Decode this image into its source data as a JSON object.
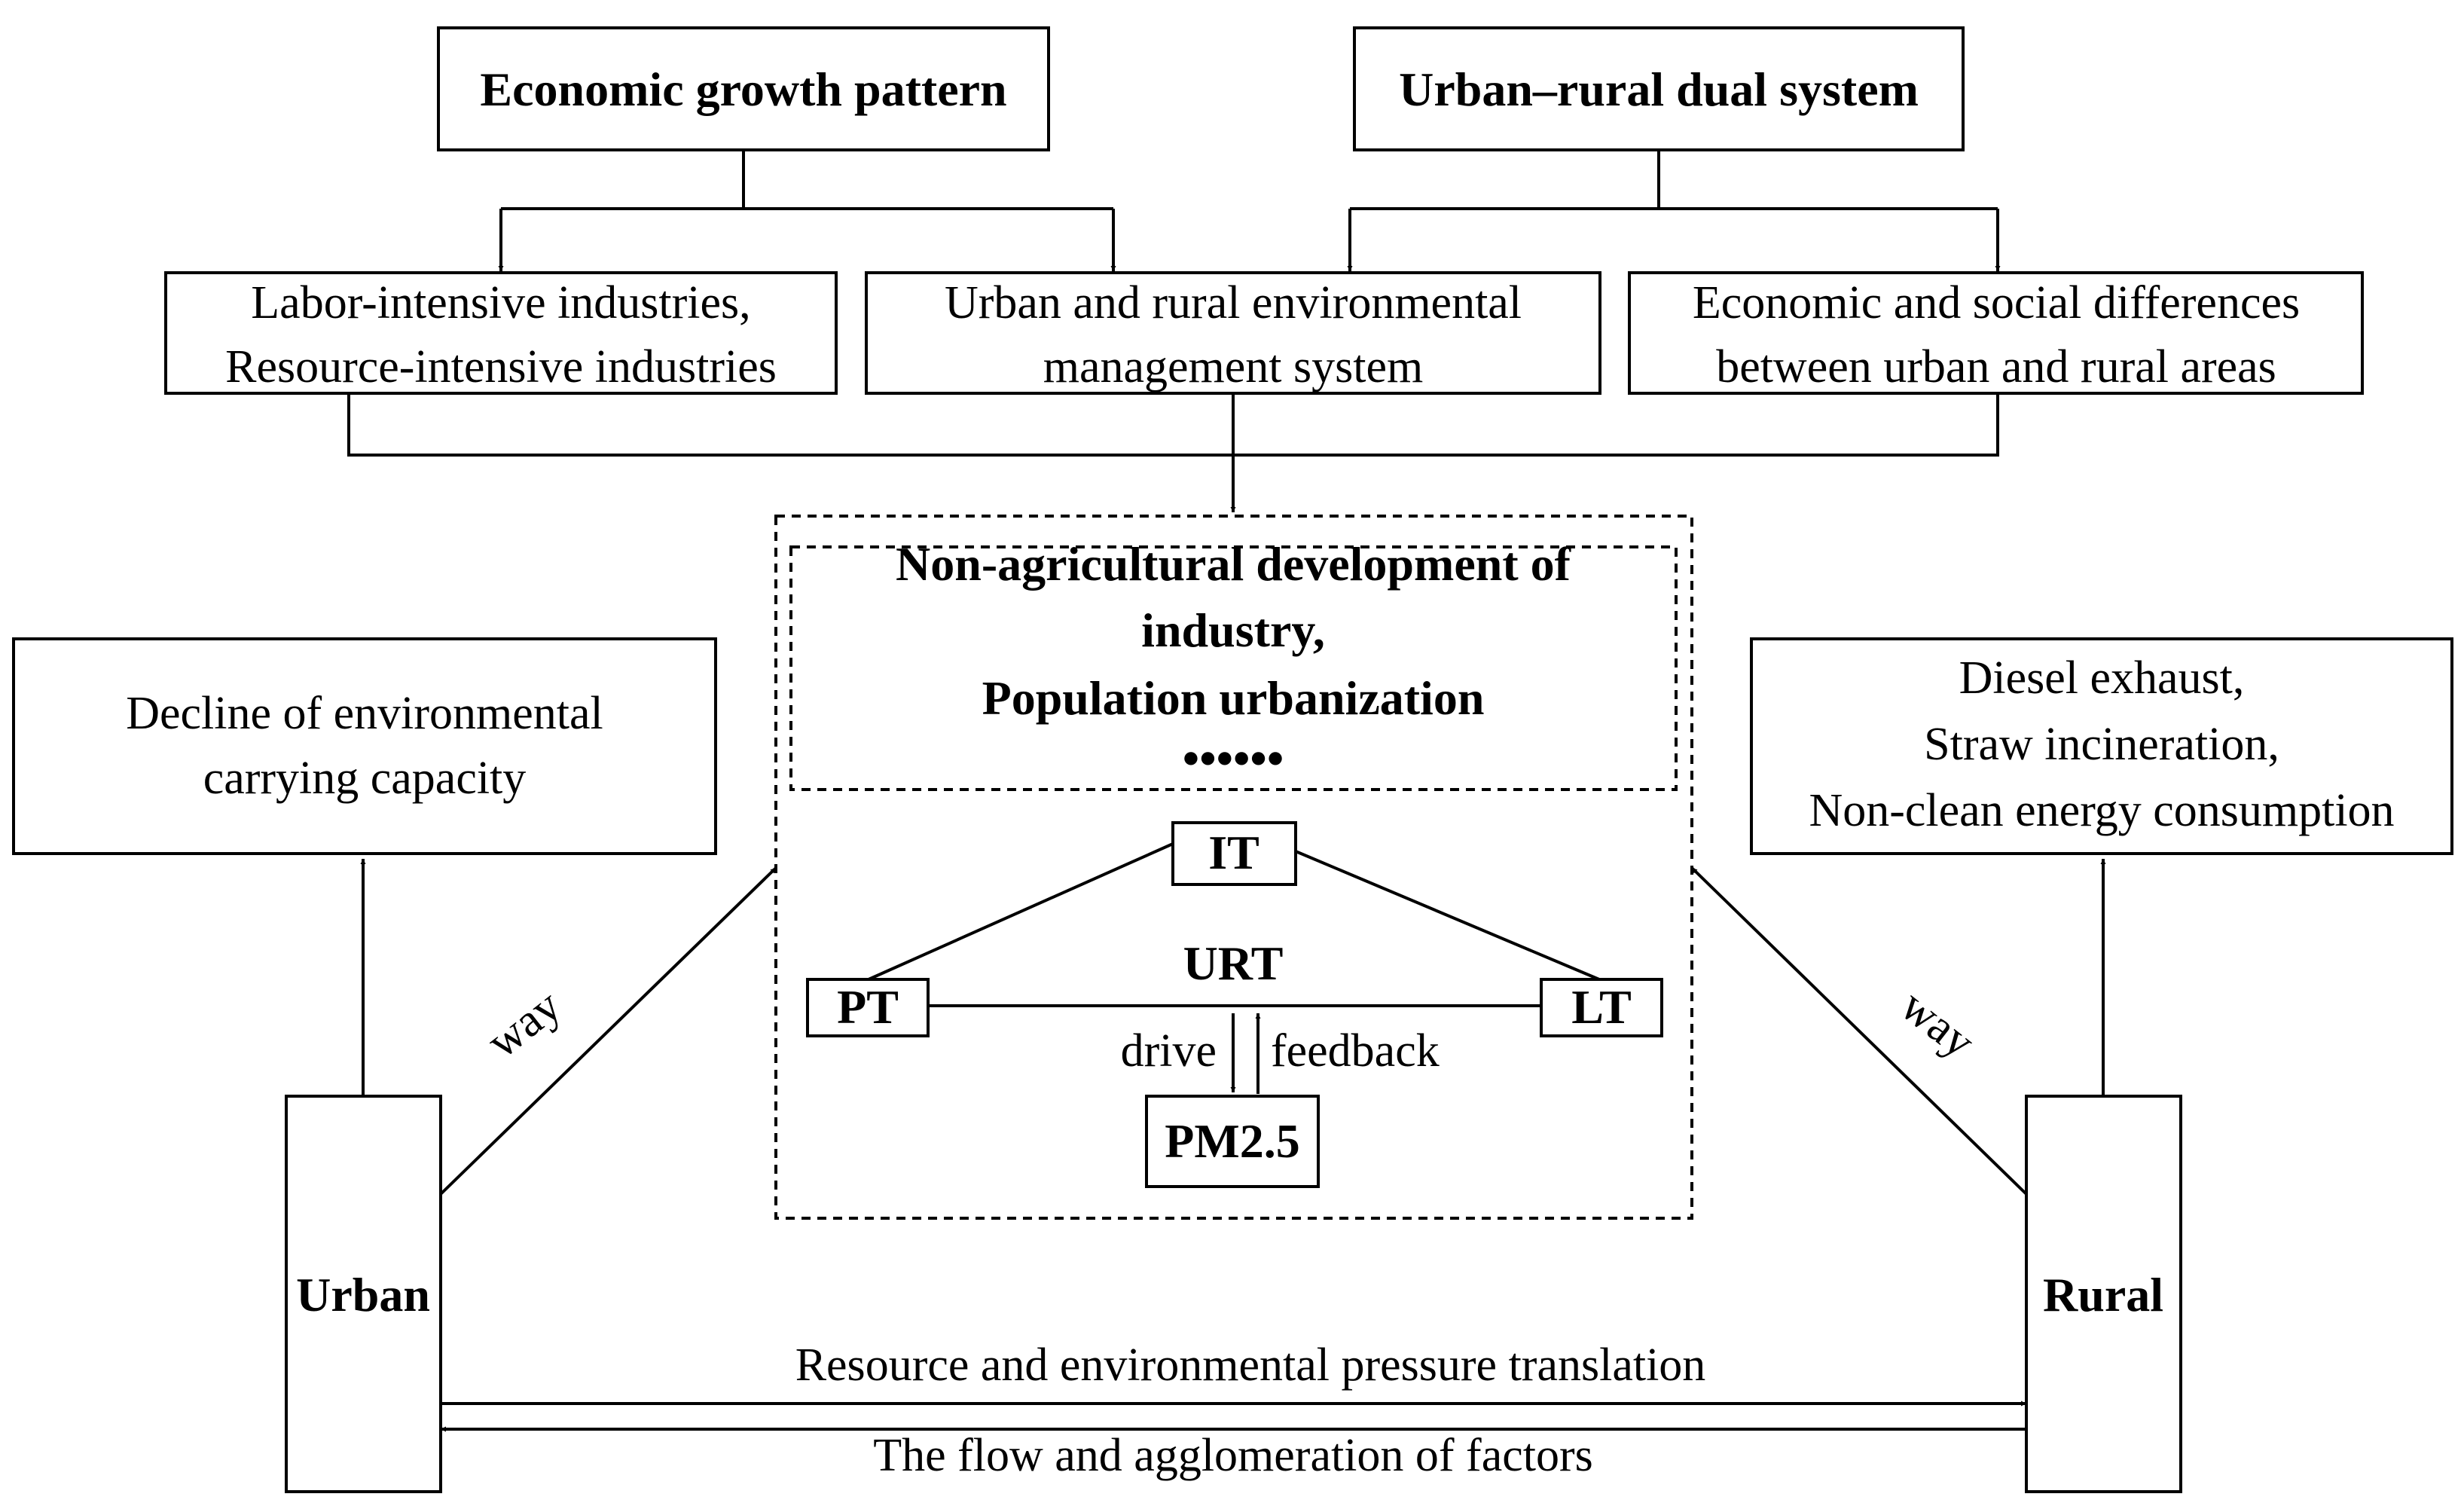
{
  "top_boxes": {
    "economic_growth": "Economic growth pattern",
    "dual_system": "Urban–rural dual system"
  },
  "mid_boxes": {
    "industries": [
      "Labor-intensive industries,",
      "Resource-intensive industries"
    ],
    "management": [
      "Urban and rural environmental",
      "management system"
    ],
    "differences": [
      "Economic and social differences",
      "between urban and rural areas"
    ]
  },
  "center": {
    "header_lines": [
      "Non-agricultural development of",
      "industry,",
      "Population urbanization"
    ],
    "ellipsis": "••••••",
    "nodes": {
      "it": "IT",
      "pt": "PT",
      "lt": "LT",
      "urt": "URT",
      "pm": "PM2.5"
    },
    "drive_label": "drive",
    "feedback_label": "feedback"
  },
  "left_box": [
    "Decline of environmental",
    "carrying capacity"
  ],
  "right_box": [
    "Diesel exhaust,",
    "Straw incineration,",
    "Non-clean energy consumption"
  ],
  "urban_label": "Urban",
  "rural_label": "Rural",
  "way_left": "way",
  "way_right": "way",
  "bottom_arrows": {
    "top_label": "Resource and environmental pressure translation",
    "bottom_label": "The flow and agglomeration of factors"
  }
}
